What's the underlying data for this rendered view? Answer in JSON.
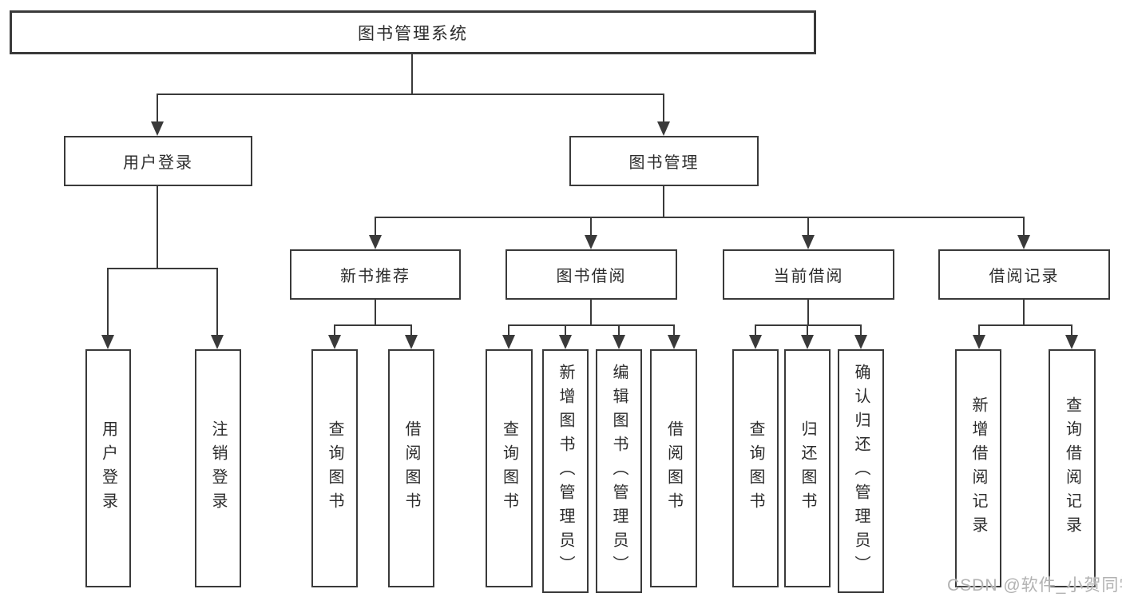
{
  "colors": {
    "line": "#3a3a3a",
    "text": "#2c2c2c",
    "background": "#ffffff",
    "watermark": "#b2b2b2"
  },
  "tree": {
    "root": "图书管理系统",
    "branches": [
      {
        "label": "用户登录",
        "children": [
          "用户登录",
          "注销登录"
        ]
      },
      {
        "label": "图书管理",
        "groups": [
          {
            "label": "新书推荐",
            "children": [
              "查询图书",
              "借阅图书"
            ]
          },
          {
            "label": "图书借阅",
            "children": [
              "查询图书",
              "新增图书（管理员）",
              "编辑图书（管理员）",
              "借阅图书"
            ]
          },
          {
            "label": "当前借阅",
            "children": [
              "查询图书",
              "归还图书",
              "确认归还（管理员）"
            ]
          },
          {
            "label": "借阅记录",
            "children": [
              "新增借阅记录",
              "查询借阅记录"
            ]
          }
        ]
      }
    ]
  },
  "watermark": "CSDN @软件_小贺同学"
}
